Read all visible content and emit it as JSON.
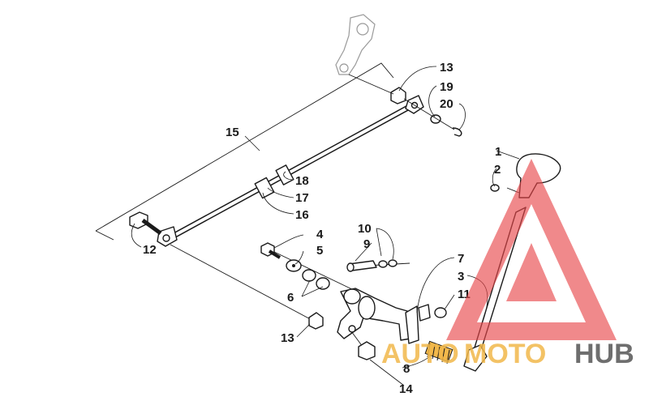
{
  "callouts": {
    "c1": "1",
    "c2": "2",
    "c3": "3",
    "c4": "4",
    "c5": "5",
    "c6": "6",
    "c7": "7",
    "c8": "8",
    "c9": "9",
    "c10": "10",
    "c11": "11",
    "c12": "12",
    "c13a": "13",
    "c13b": "13",
    "c14": "14",
    "c15": "15",
    "c16": "16",
    "c17": "17",
    "c18": "18",
    "c19": "19",
    "c20": "20"
  },
  "watermark": {
    "part1": "AUTO",
    "part2": "MOTO",
    "part3": "HUB",
    "colors": {
      "triangle": "#e8474a",
      "auto": "#f2b84b",
      "hub": "#555555"
    }
  }
}
